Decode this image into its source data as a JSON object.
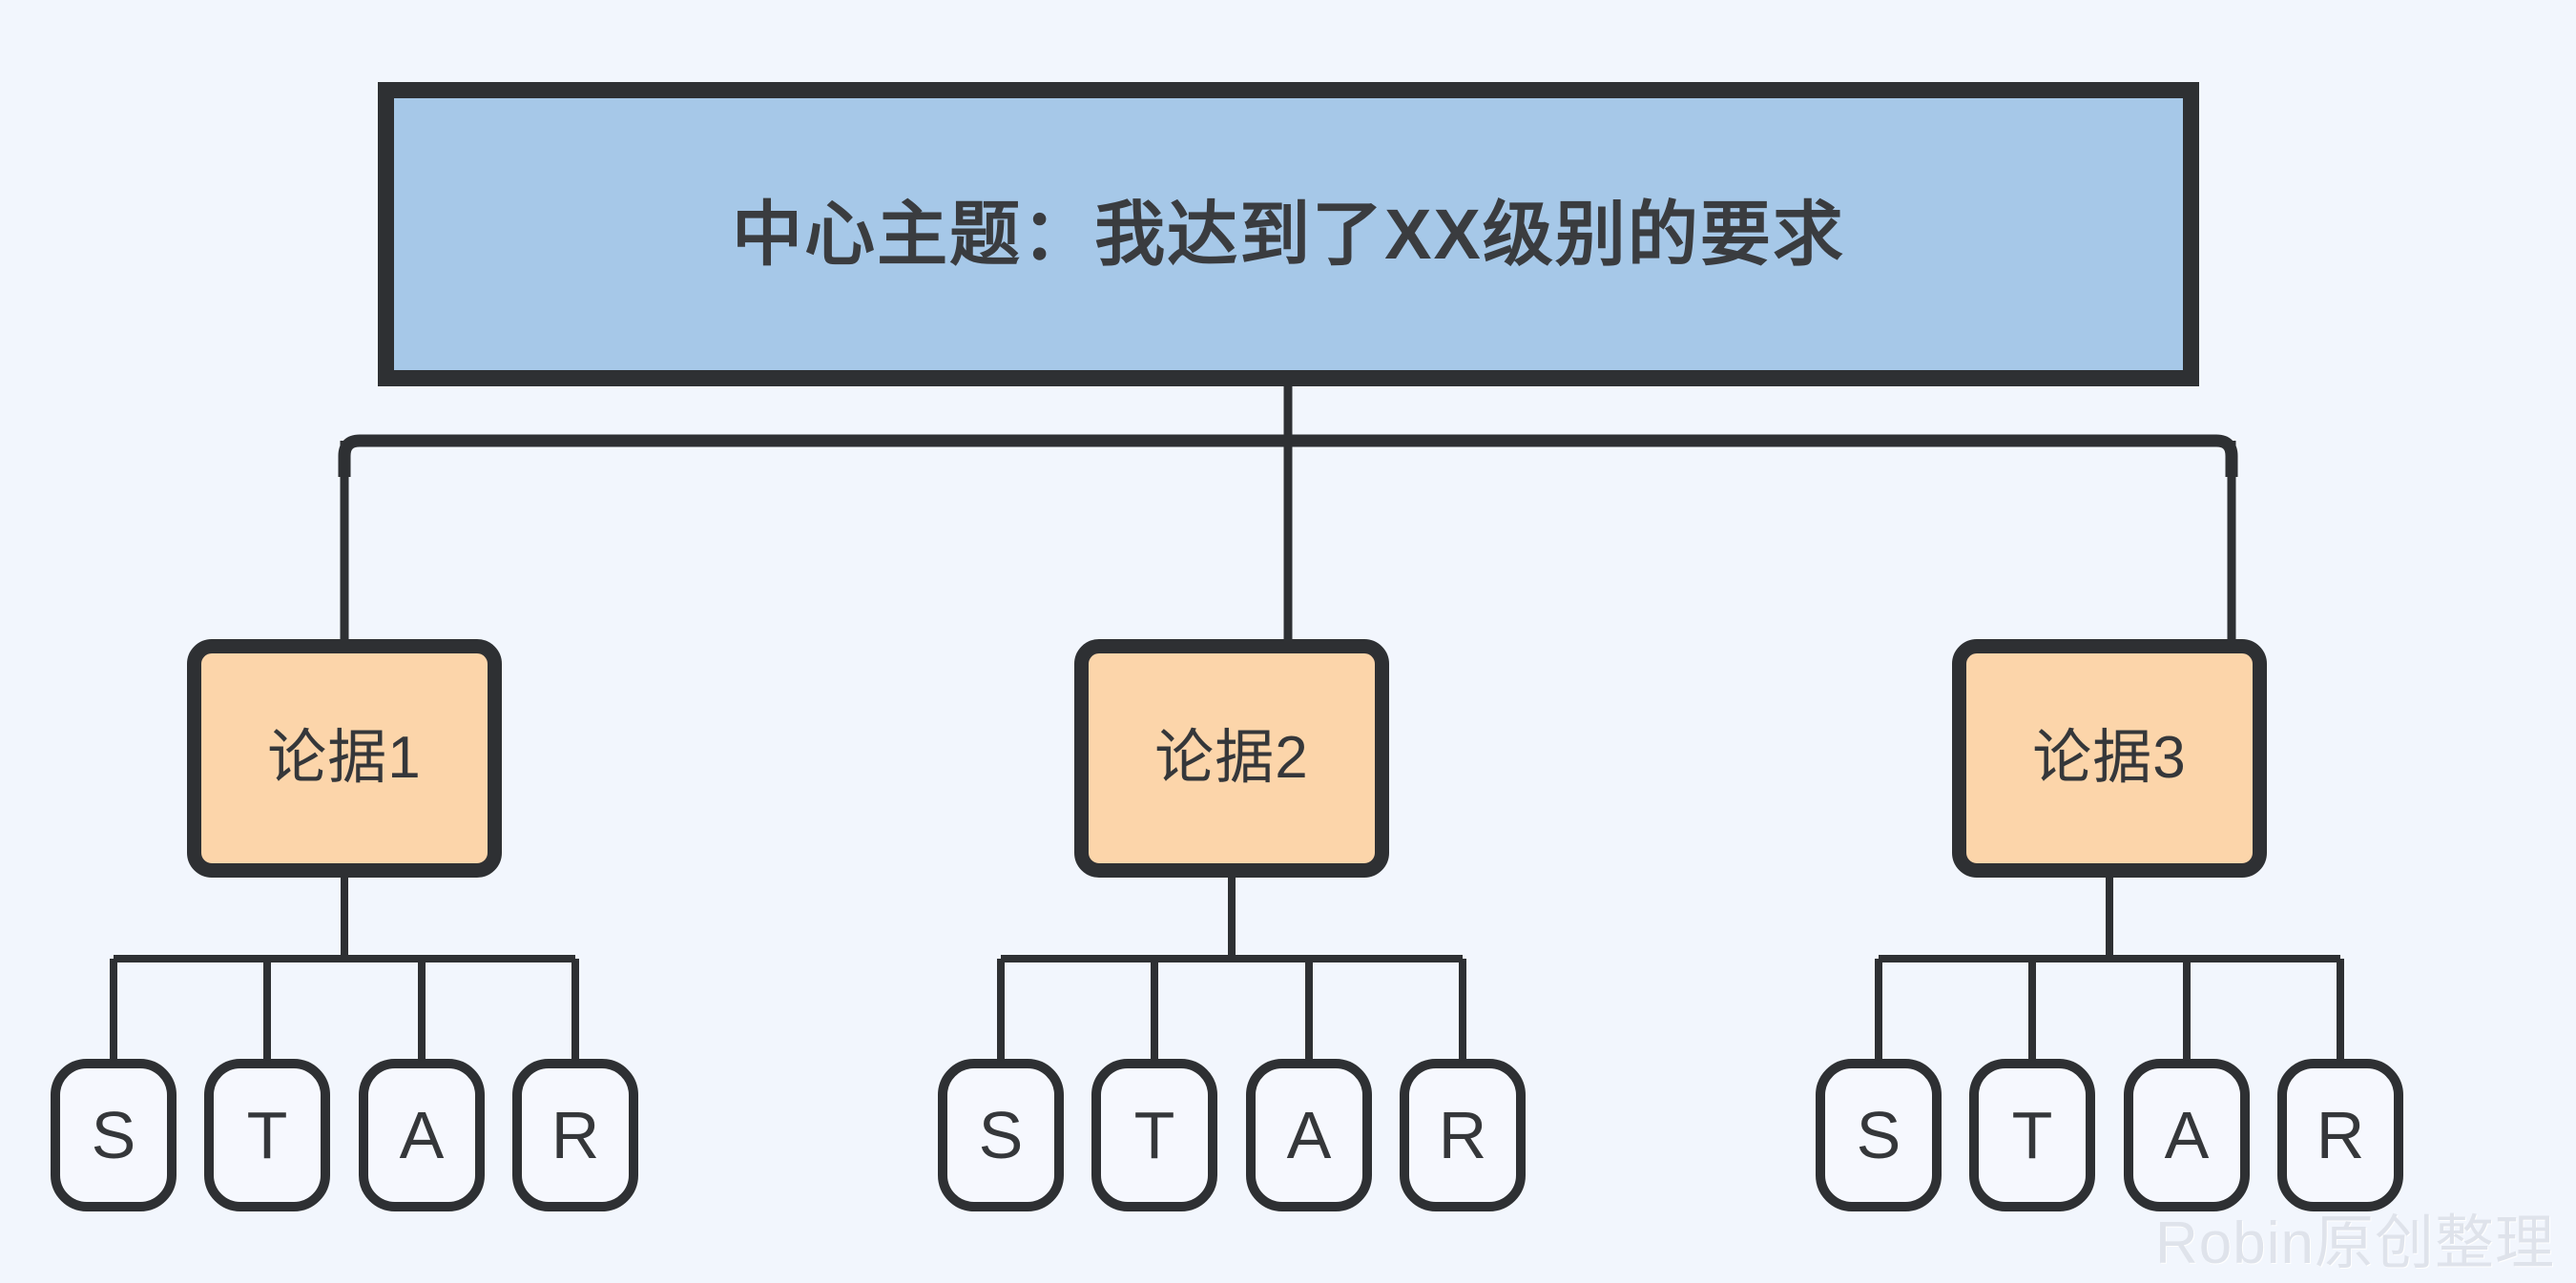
{
  "diagram": {
    "type": "tree-mindmap",
    "background_color": "#f2f6fd",
    "line_color": "#2e3033",
    "root": {
      "label": "中心主题：我达到了XX级别的要求",
      "fill_color": "#a6c8e8",
      "border_color": "#2e3033"
    },
    "arguments": [
      {
        "label": "论据1",
        "fill_color": "#fcd5aa",
        "children": [
          {
            "label": "S"
          },
          {
            "label": "T"
          },
          {
            "label": "A"
          },
          {
            "label": "R"
          }
        ]
      },
      {
        "label": "论据2",
        "fill_color": "#fcd5aa",
        "children": [
          {
            "label": "S"
          },
          {
            "label": "T"
          },
          {
            "label": "A"
          },
          {
            "label": "R"
          }
        ]
      },
      {
        "label": "论据3",
        "fill_color": "#fcd5aa",
        "children": [
          {
            "label": "S"
          },
          {
            "label": "T"
          },
          {
            "label": "A"
          },
          {
            "label": "R"
          }
        ]
      }
    ],
    "watermark": {
      "text": "Robin原创整理",
      "color": "#dfe3eb"
    }
  }
}
